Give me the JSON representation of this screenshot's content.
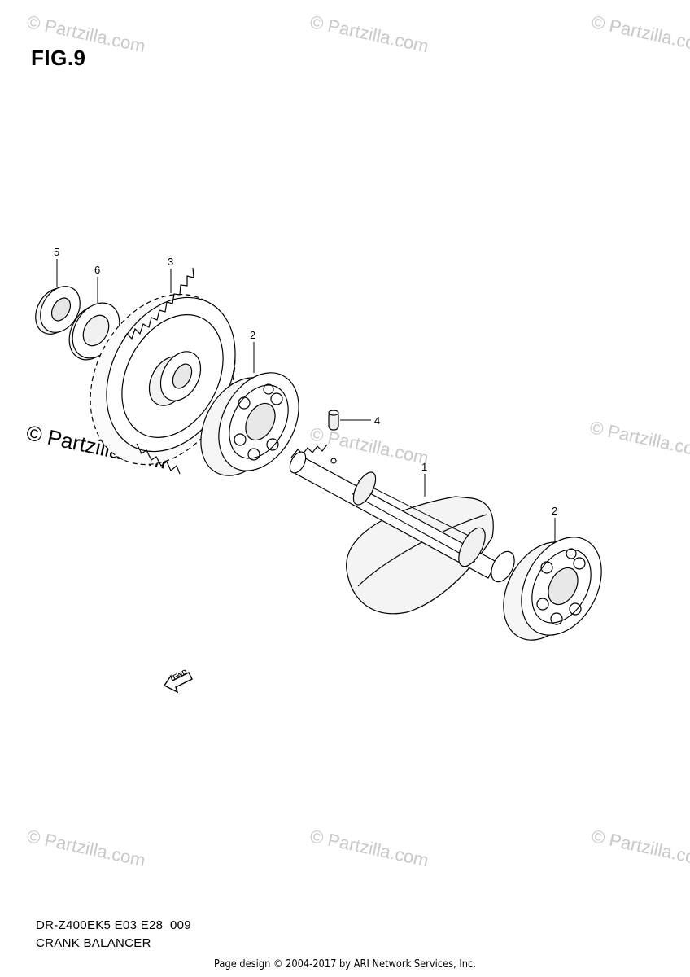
{
  "figure": {
    "title": "FIG.9"
  },
  "watermark": {
    "text": "© Partzilla.com"
  },
  "callouts": {
    "p1": "1",
    "p2a": "2",
    "p2b": "2",
    "p3": "3",
    "p4": "4",
    "p5": "5",
    "p6": "6"
  },
  "fwd_label": "FWD",
  "footer": {
    "model_code": "DR-Z400EK5 E03 E28_009",
    "section_name": "CRANK BALANCER",
    "credit": "Page design © 2004-2017 by ARI Network Services, Inc."
  }
}
